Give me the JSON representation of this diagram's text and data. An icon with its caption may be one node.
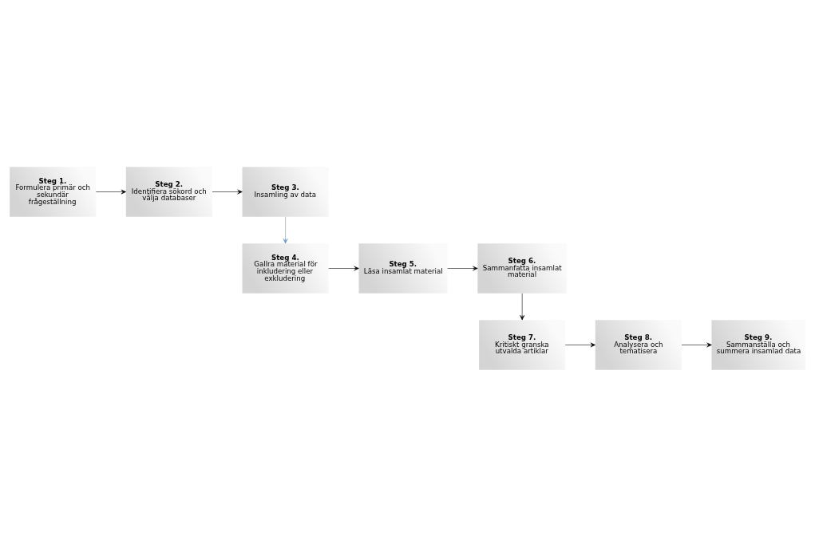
{
  "diagram": {
    "nodes": [
      {
        "text": [
          "Steg 1.",
          "Formulera primär och sekundär frågeställning"
        ]
      },
      {
        "text": [
          "Steg 2.",
          "Identifiera sökord och välja databaser"
        ]
      },
      {
        "text": [
          "Steg 3.",
          "Insamling av data"
        ]
      },
      {
        "text": [
          "Steg 4.",
          "Gallra material för inkludering eller exkludering"
        ]
      },
      {
        "text": [
          "Steg 5.",
          "Läsa insamlat material"
        ]
      },
      {
        "text": [
          "Steg 6.",
          "Sammanfatta insamlat material"
        ]
      },
      {
        "text": [
          "Steg 7.",
          "Kritiskt granska utvalda artiklar"
        ]
      },
      {
        "text": [
          "Steg 8.",
          "Analysera och tematisera"
        ]
      },
      {
        "text": [
          "Steg 9.",
          "Sammanställa och summera insamlad data"
        ]
      }
    ],
    "edges": [
      {
        "from": 0,
        "to": 1,
        "arrow": "to"
      },
      {
        "from": 1,
        "to": 2,
        "arrow": "to"
      },
      {
        "from": 2,
        "to": 3,
        "arrow": "to",
        "color": "#5b9bd5"
      },
      {
        "from": 3,
        "to": 4,
        "arrow": "to"
      },
      {
        "from": 4,
        "to": 5,
        "arrow": "to"
      },
      {
        "from": 5,
        "to": 6,
        "arrow": "to"
      },
      {
        "from": 6,
        "to": 7,
        "arrow": "to"
      },
      {
        "from": 7,
        "to": 8,
        "arrow": "to"
      }
    ]
  }
}
